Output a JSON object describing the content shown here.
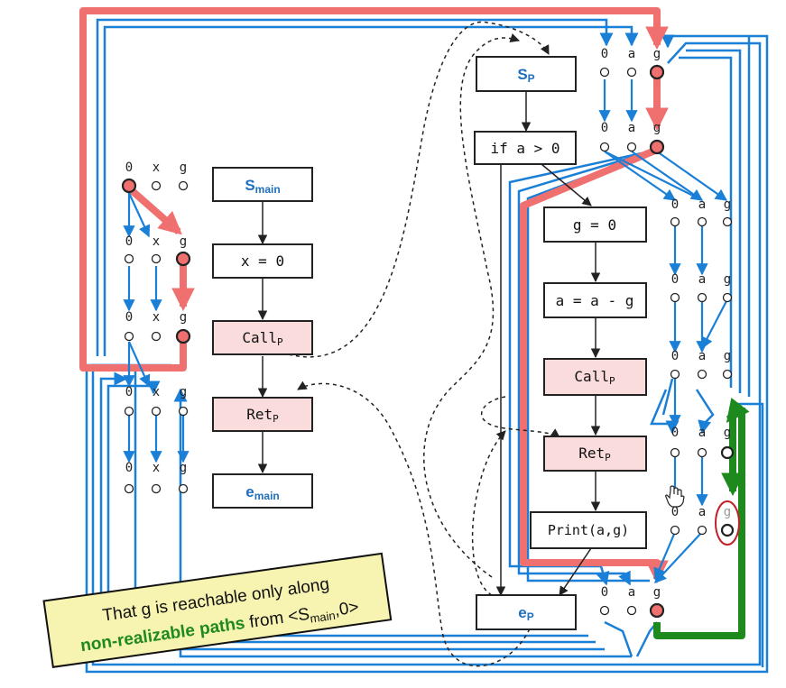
{
  "main_nodes": {
    "s_main": {
      "base": "S",
      "sub": "main"
    },
    "x_assign": "x = 0",
    "call": {
      "base": "Call",
      "sub": "P"
    },
    "ret": {
      "base": "Ret",
      "sub": "P"
    },
    "e_main": {
      "base": "e",
      "sub": "main"
    }
  },
  "proc_nodes": {
    "s_p": {
      "base": "S",
      "sub": "P"
    },
    "cond": "if a > 0",
    "g_assign": "g = 0",
    "a_assign": "a = a - g",
    "call": {
      "base": "Call",
      "sub": "P"
    },
    "ret": {
      "base": "Ret",
      "sub": "P"
    },
    "print": "Print(a,g)",
    "e_p": {
      "base": "e",
      "sub": "P"
    }
  },
  "main_fact_labels": [
    "0",
    "x",
    "g"
  ],
  "proc_fact_labels": [
    "0",
    "a",
    "g"
  ],
  "note": {
    "line1": "That g is reachable only along",
    "line2_highlight": "non-realizable paths",
    "line2_rest_prefix": " from <S",
    "line2_sub": "main",
    "line2_rest_suffix": ",0>"
  },
  "colors": {
    "node_blue_text": "#1f6fbf",
    "call_fill": "#fadcdc",
    "blue_edge": "#1a7fd6",
    "red_path": "#f07070",
    "green_path": "#1e8a1e",
    "note_fill": "#f7f3b0"
  }
}
